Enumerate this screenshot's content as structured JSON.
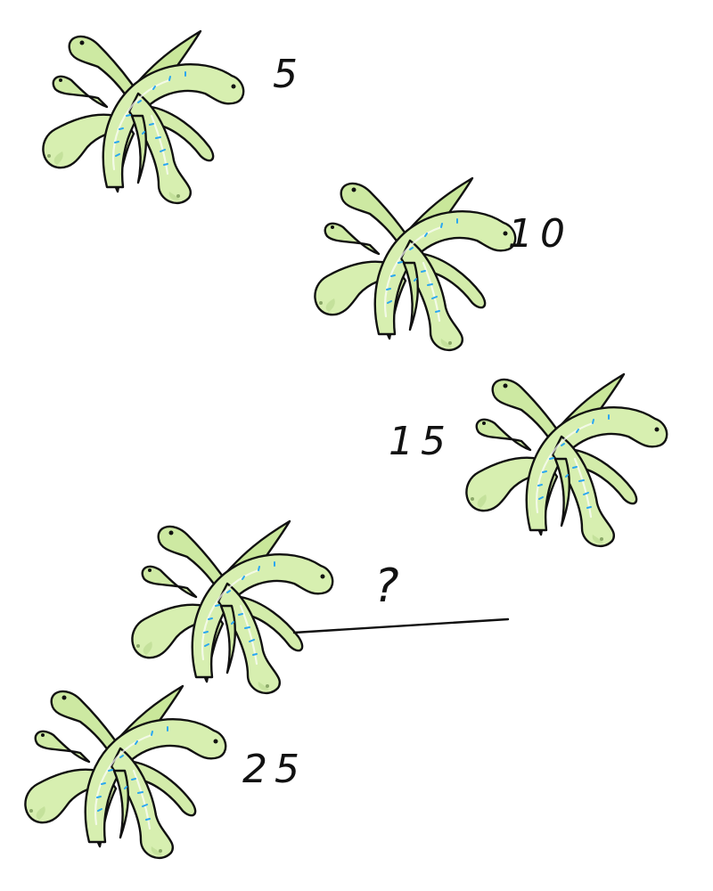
{
  "puzzle": {
    "colors": {
      "body_fill": "#d7efb0",
      "body_shade": "#b5d68a",
      "hatch_blue": "#2aa7f0",
      "ink": "#111111"
    },
    "items": [
      {
        "label": "5"
      },
      {
        "label": "10"
      },
      {
        "label": "15"
      },
      {
        "label": "?"
      },
      {
        "label": "25"
      }
    ]
  }
}
